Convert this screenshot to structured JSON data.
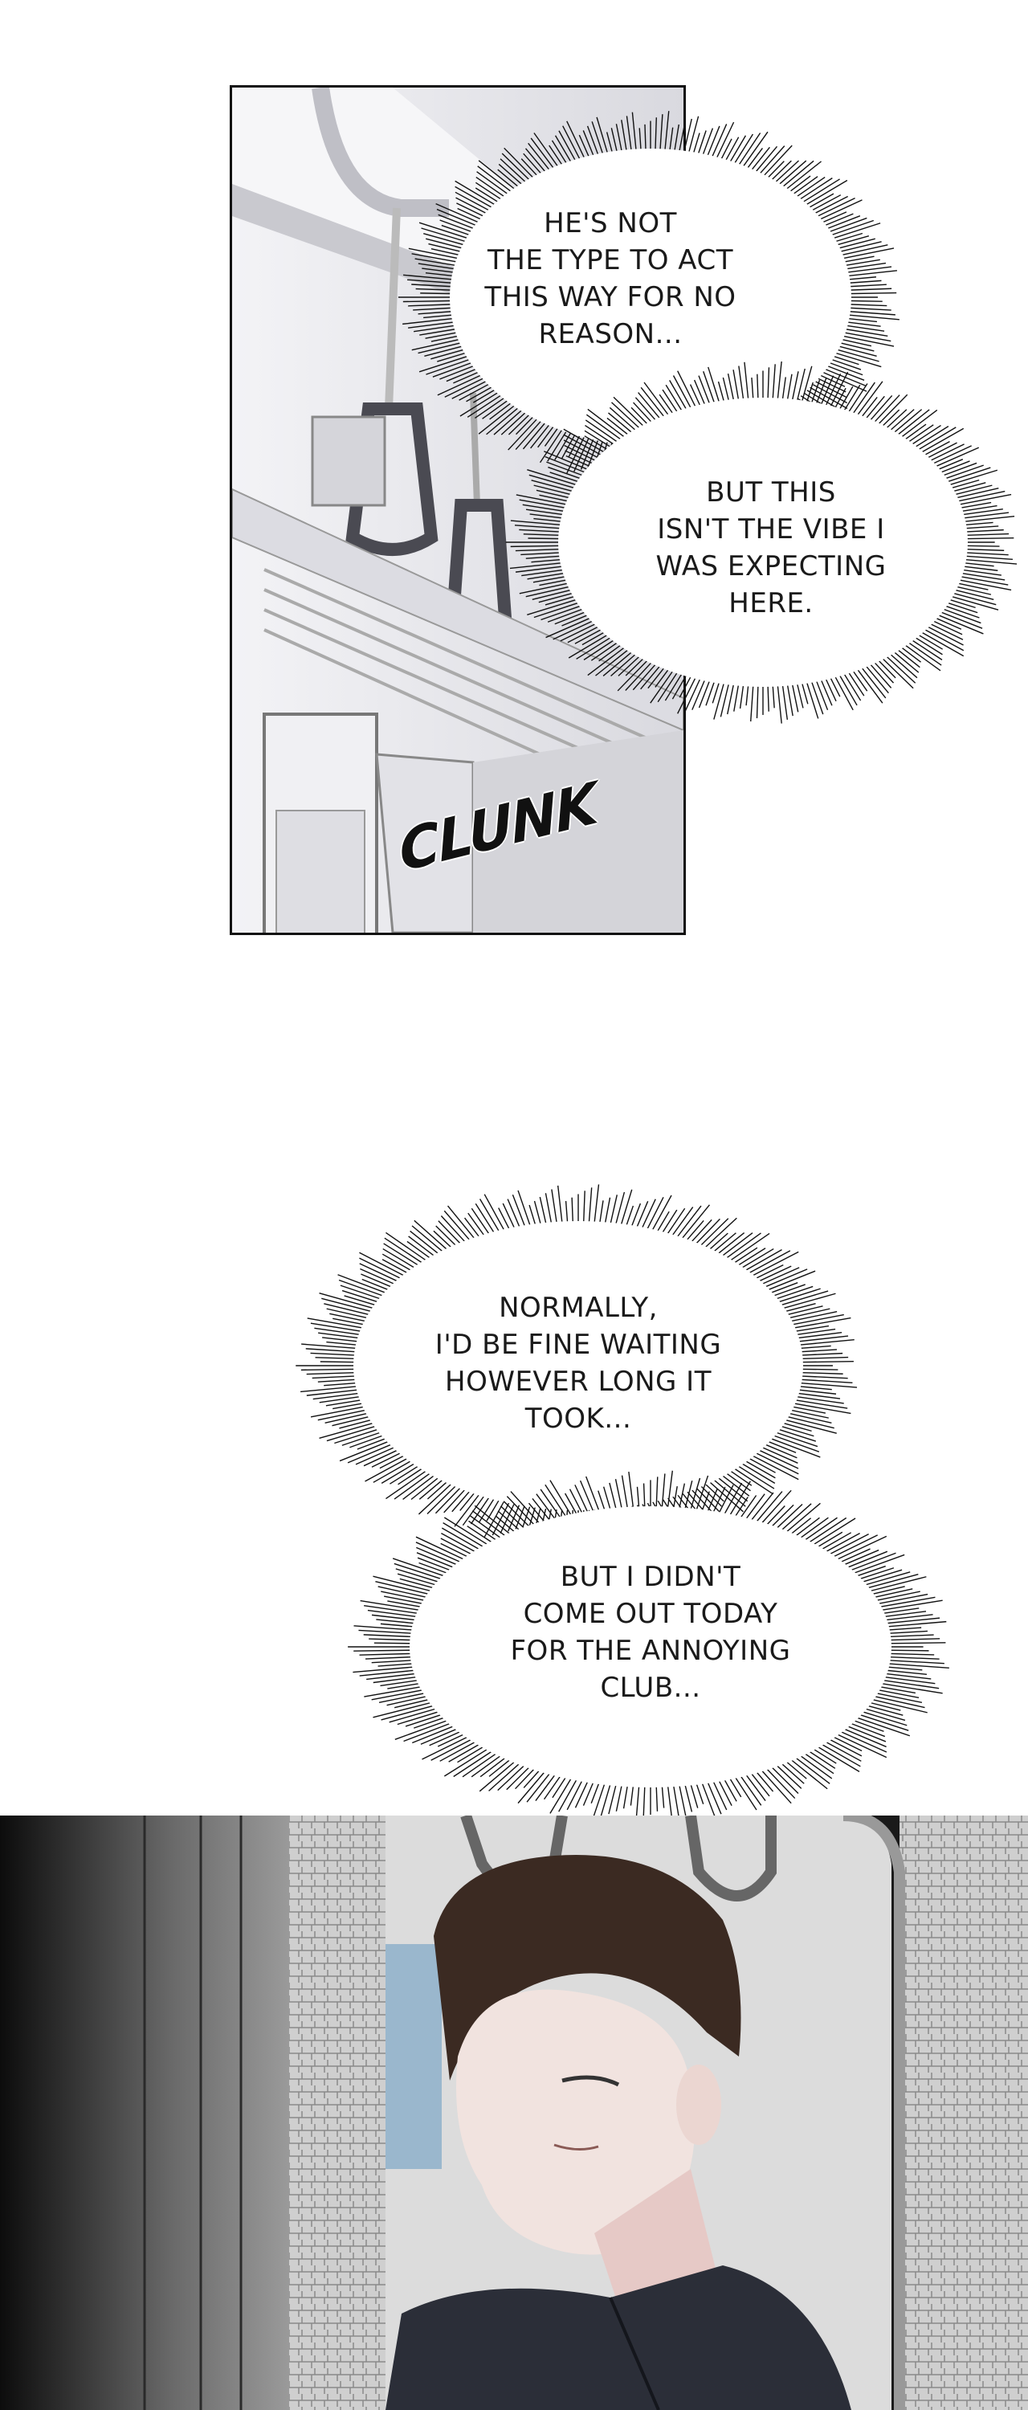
{
  "panel1": {
    "sfx": "CLUNK",
    "bubble_a": [
      "HE'S NOT",
      "THE TYPE TO ACT",
      "THIS WAY FOR NO",
      "REASON..."
    ],
    "bubble_b": [
      "BUT THIS",
      "ISN'T THE VIBE I",
      "WAS EXPECTING",
      "HERE."
    ]
  },
  "panel2": {
    "bubble_c": [
      "NORMALLY,",
      "I'D BE FINE WAITING",
      "HOWEVER LONG IT",
      "TOOK..."
    ],
    "bubble_d": [
      "BUT I DIDN'T",
      "COME OUT TODAY",
      "FOR THE ANNOYING",
      "CLUB..."
    ]
  }
}
